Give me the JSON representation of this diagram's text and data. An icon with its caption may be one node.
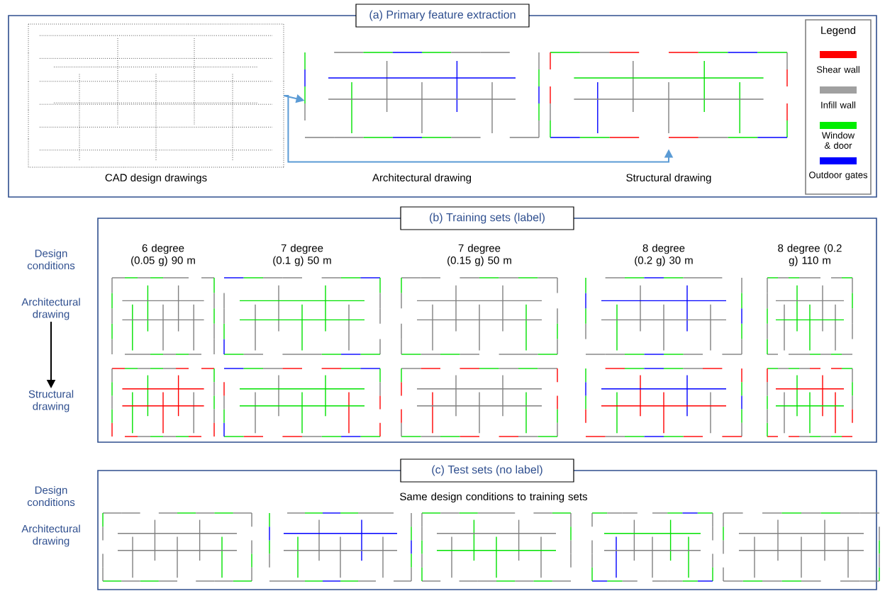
{
  "diagram": {
    "nodes": [
      {
        "text": [
          "(a) Primary feature extraction"
        ]
      },
      {
        "text": [],
        "shape": "picture",
        "in": 0,
        "beside": [
          "CAD design drawings"
        ]
      },
      {
        "text": [],
        "shape": "picture",
        "in": 0,
        "beside": [
          "Architectural drawing"
        ]
      },
      {
        "text": [],
        "shape": "picture",
        "in": 0,
        "beside": [
          "Structural drawing"
        ]
      },
      {
        "text": [
          "(b) Training sets (label)"
        ]
      },
      {
        "text": [
          "Architectural drawing"
        ]
      },
      {
        "text": [
          "Structural drawing"
        ]
      },
      {
        "text": [
          "(c) Test sets (no label)"
        ]
      }
    ],
    "edges": [
      {
        "from": 1,
        "to": 2,
        "arrow": "to"
      },
      {
        "from": 1,
        "to": 3,
        "arrow": "to"
      },
      {
        "from": 5,
        "to": 6,
        "arrow": "to",
        "color": "#000000"
      }
    ],
    "labels": [
      "Legend",
      "Design conditions",
      "6 degree (0.05 g) 90 m",
      "7 degree (0.1 g) 50 m",
      "7 degree (0.15 g) 50 m",
      "8 degree (0.2 g) 30 m",
      "8 degree (0.2 g) 110 m",
      "Design conditions",
      "Same design conditions to training sets",
      "Architectural drawing"
    ],
    "legend": [
      {
        "text": "Shear wall",
        "color": "#ff0000"
      },
      {
        "text": "Infill wall",
        "color": "#a0a0a0"
      },
      {
        "text": "Window & door",
        "color": "#00ee00"
      },
      {
        "text": "Outdoor gates",
        "color": "#0000ff"
      }
    ]
  }
}
